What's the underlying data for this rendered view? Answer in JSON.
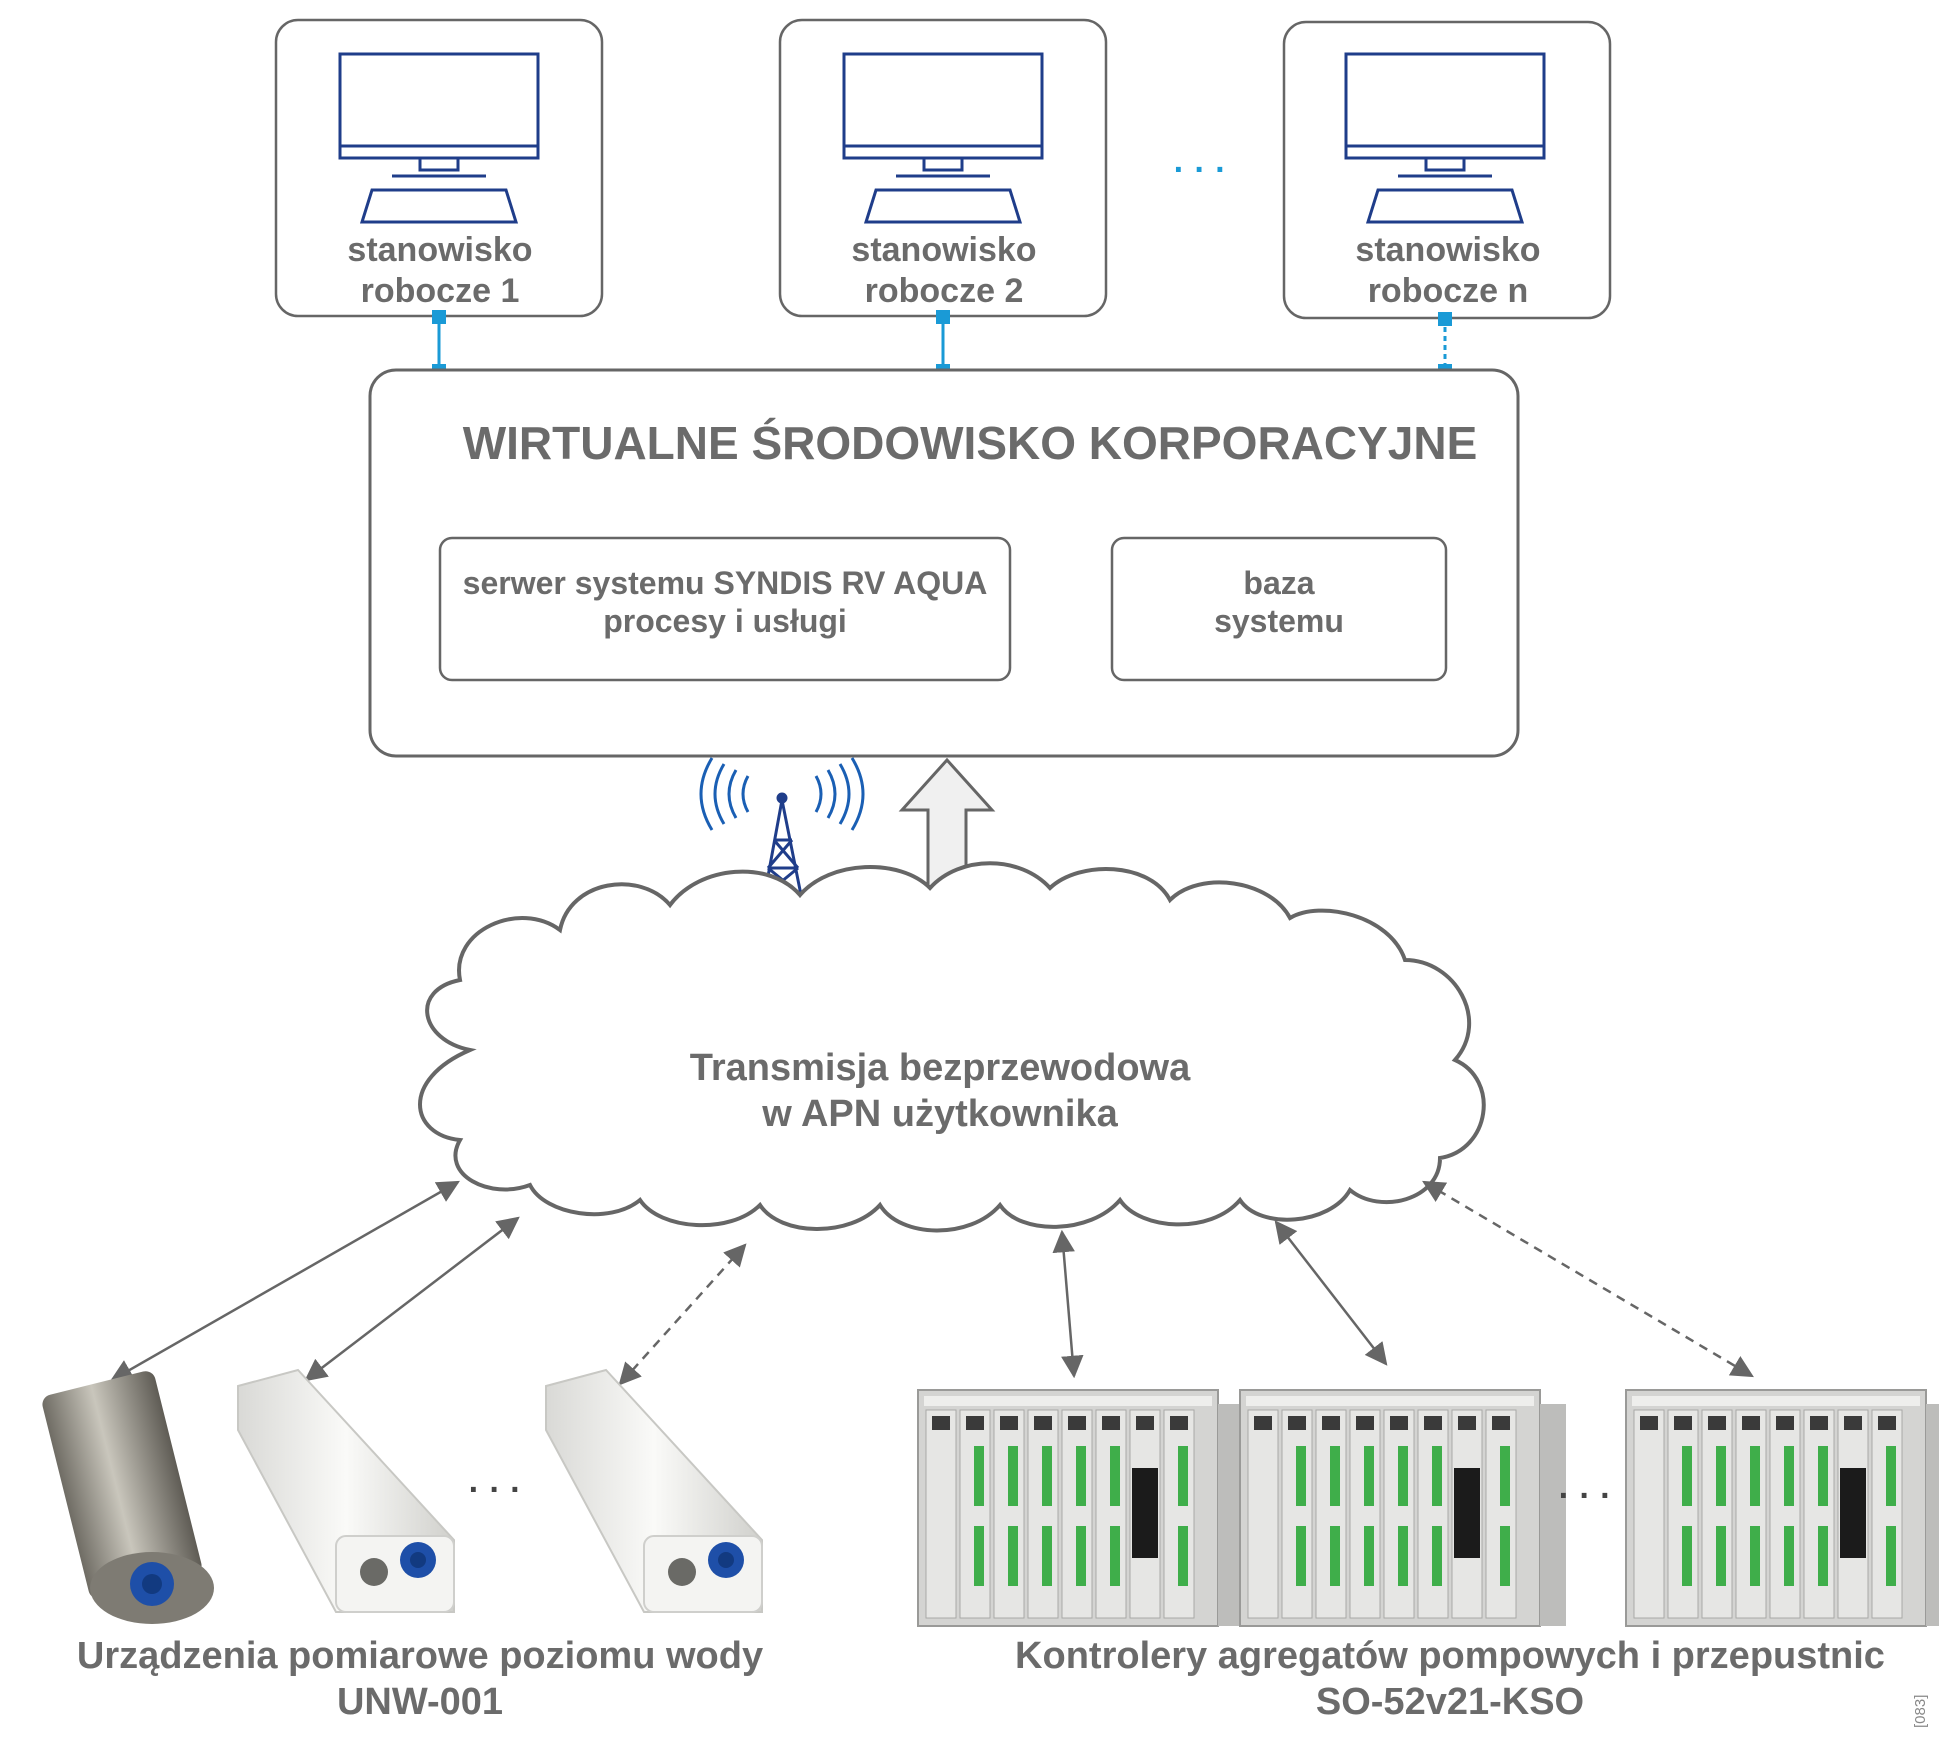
{
  "colors": {
    "border": "#666666",
    "accent": "#1a9ad6",
    "monitor": "#1f3d8a",
    "arrow_fill": "#f0f0f0",
    "device_white": "#eeeeec",
    "device_steel": "#a8a59a",
    "controller_green": "#3fae4a"
  },
  "workstations": [
    {
      "line1": "stanowisko",
      "line2": "robocze 1"
    },
    {
      "line1": "stanowisko",
      "line2": "robocze 2"
    },
    {
      "line1": "stanowisko",
      "line2": "robocze n"
    }
  ],
  "ellipsis": "· · ·",
  "environment": {
    "title": "WIRTUALNE ŚRODOWISKO KORPORACYJNE",
    "server": {
      "line1": "serwer systemu SYNDIS RV AQUA",
      "line2": "procesy i usługi"
    },
    "database": {
      "line1": "baza",
      "line2": "systemu"
    }
  },
  "cloud": {
    "line1": "Transmisja bezprzewodowa",
    "line2": "w APN użytkownika"
  },
  "icons": [
    "monitor-icon",
    "radio-tower-icon",
    "cloud-icon",
    "double-arrow-icon"
  ],
  "devices_left": {
    "line1": "Urządzenia pomiarowe poziomu wody",
    "line2": "UNW-001"
  },
  "devices_right": {
    "line1": "Kontrolery agregatów pompowych i przepustnic",
    "line2": "SO-52v21-KSO"
  },
  "stamp": "[083]"
}
